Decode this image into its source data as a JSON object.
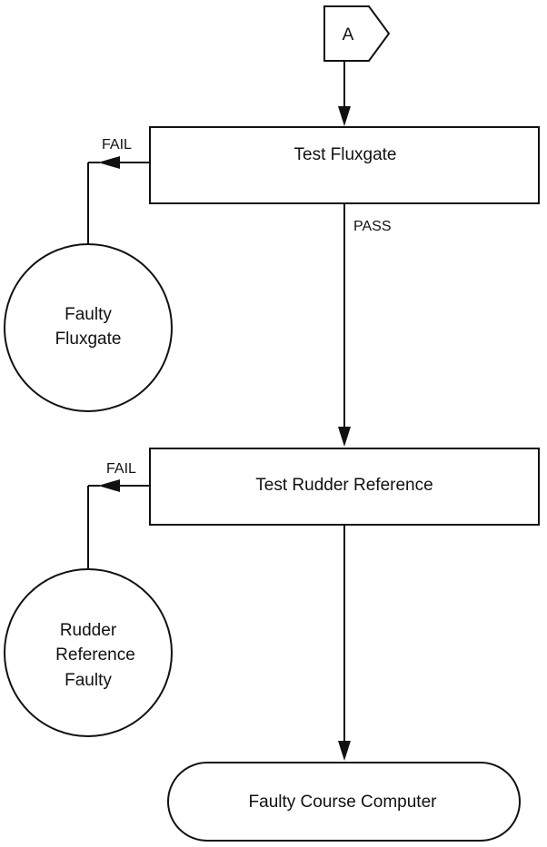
{
  "connector": {
    "label": "A"
  },
  "steps": [
    {
      "label": "Test Fluxgate"
    },
    {
      "label": "Test Rudder Reference"
    }
  ],
  "branches": {
    "fail1": "FAIL",
    "pass1": "PASS",
    "fail2": "FAIL"
  },
  "outcomes": {
    "faulty_fluxgate": [
      "Faulty",
      "Fluxgate"
    ],
    "rudder_reference_faulty": [
      "Rudder",
      "Reference",
      "Faulty"
    ]
  },
  "terminal": {
    "label": "Faulty Course Computer"
  }
}
